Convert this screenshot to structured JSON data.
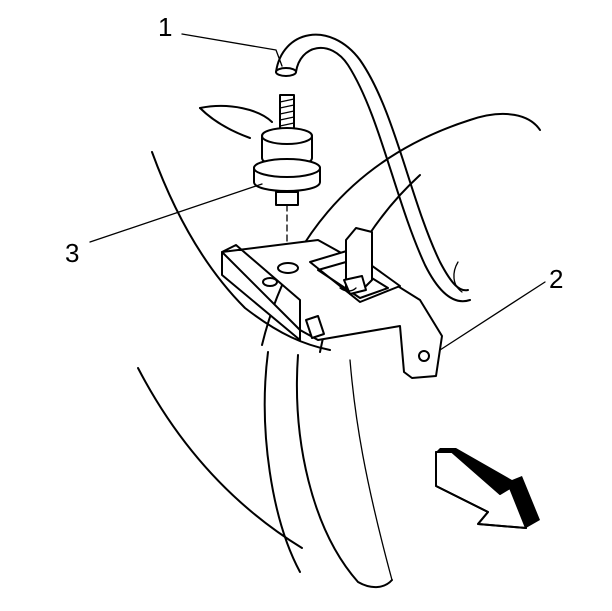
{
  "diagram": {
    "callouts": [
      {
        "id": "1",
        "label": "1"
      },
      {
        "id": "2",
        "label": "2"
      },
      {
        "id": "3",
        "label": "3"
      }
    ],
    "colors": {
      "line": "#000000",
      "background": "#ffffff"
    },
    "icons": [
      "vacuum-hose",
      "sensor-valve",
      "mounting-bracket",
      "direction-arrow"
    ]
  }
}
